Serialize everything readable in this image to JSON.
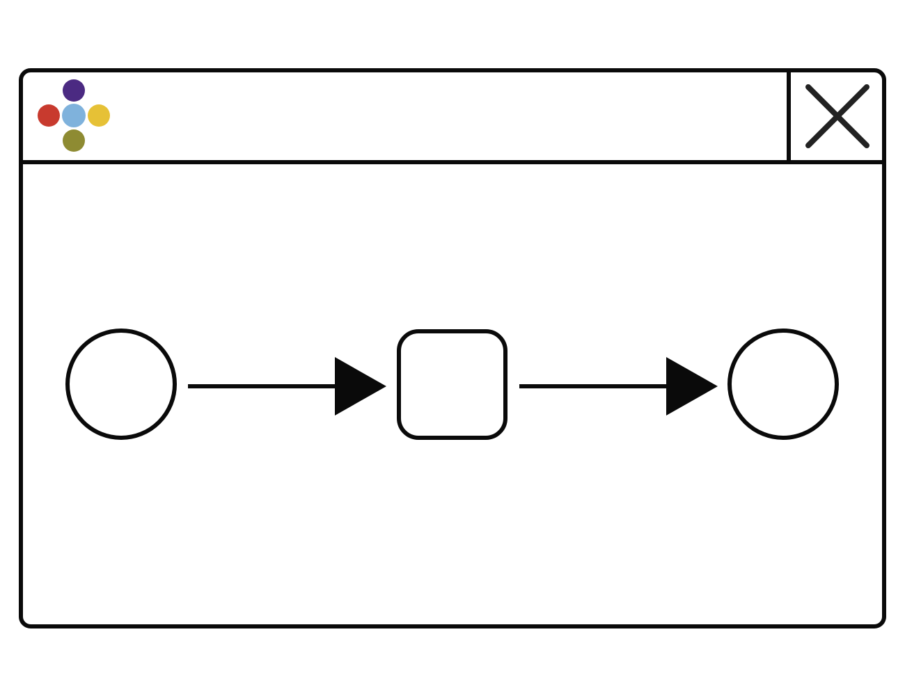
{
  "window": {
    "frame_color": "#0a0a0a",
    "background": "#ffffff"
  },
  "logo": {
    "icon": "four-color-dots-logo",
    "colors": {
      "top": "#4b2a82",
      "left": "#c83a2e",
      "center": "#7fb2dc",
      "right": "#e6c136",
      "bottom": "#8e8b32"
    }
  },
  "close_button": {
    "icon": "close-icon"
  },
  "diagram": {
    "type": "process-flow",
    "nodes": [
      {
        "id": "start",
        "shape": "circle"
      },
      {
        "id": "task",
        "shape": "rounded-rectangle"
      },
      {
        "id": "end",
        "shape": "circle"
      }
    ],
    "edges": [
      {
        "from": "start",
        "to": "task"
      },
      {
        "from": "task",
        "to": "end"
      }
    ],
    "stroke_color": "#0a0a0a"
  }
}
